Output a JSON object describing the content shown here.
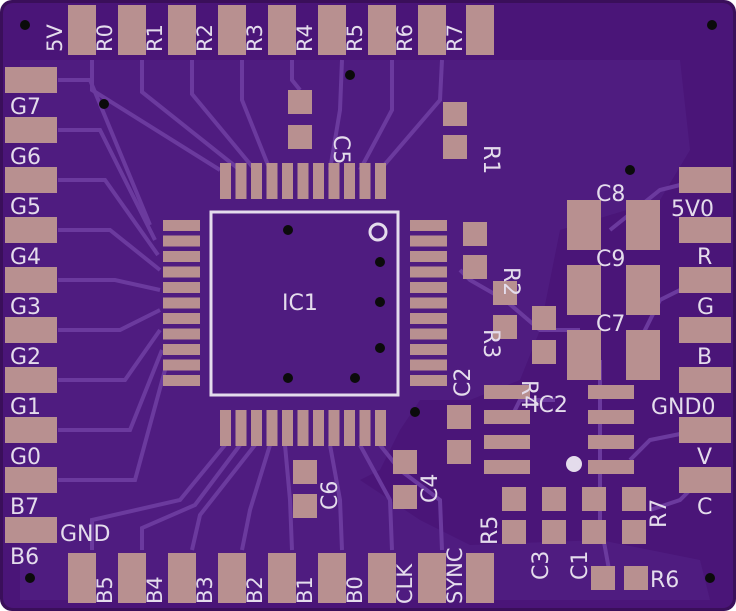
{
  "board": {
    "colors": {
      "outline": "#3a0f5a",
      "board": "#4a1578",
      "copper": "#5a2a90",
      "trace": "#6b3a9e",
      "pad": "#b89090",
      "silkscreen": "#e4dcec",
      "hole": "#0b0b0b"
    },
    "ic1": {
      "label": "IC1"
    },
    "ic2": {
      "label": "IC2"
    },
    "top_header": [
      "5V",
      "R0",
      "R1",
      "R2",
      "R3",
      "R4",
      "R5",
      "R6",
      "R7"
    ],
    "bottom_header": [
      "B5",
      "B4",
      "B3",
      "B2",
      "B1",
      "B0",
      "CLK",
      "SYNC"
    ],
    "left_header": [
      "G7",
      "G6",
      "G5",
      "G4",
      "G3",
      "G2",
      "G1",
      "G0",
      "B7",
      "B6"
    ],
    "right_header": [
      "5V0",
      "R",
      "G",
      "B",
      "GND0",
      "V",
      "C"
    ],
    "gnd_label": "GND",
    "components": {
      "c1": "C1",
      "c2": "C2",
      "c3": "C3",
      "c4": "C4",
      "c5": "C5",
      "c6": "C6",
      "c7": "C7",
      "c8": "C8",
      "c9": "C9",
      "r1": "R1",
      "r2": "R2",
      "r3": "R3",
      "r4": "R4",
      "r5": "R5",
      "r6": "R6",
      "r7": "R7"
    }
  }
}
